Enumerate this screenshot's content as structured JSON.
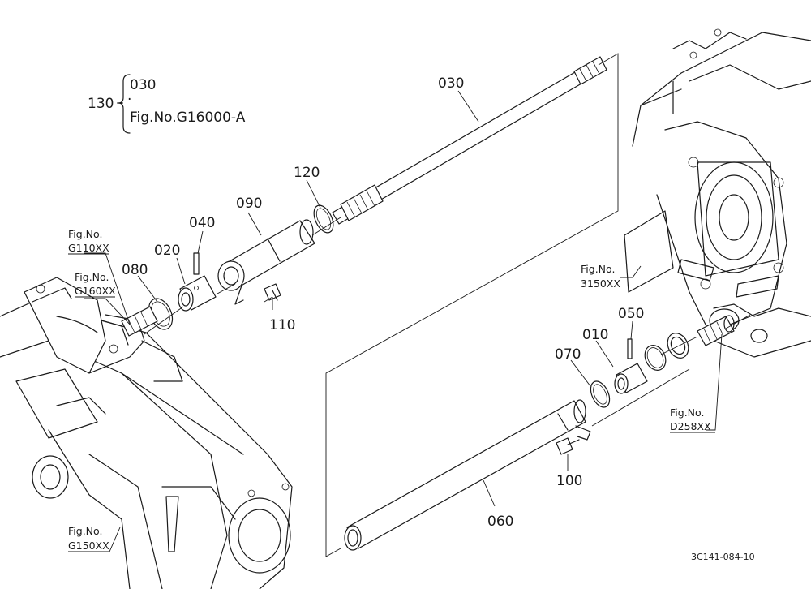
{
  "assembly": {
    "number": "130",
    "contents_part": "030",
    "contents_separator": "·",
    "contents_fig": "Fig.No.G16000-A"
  },
  "parts": {
    "p010": "010",
    "p020": "020",
    "p030": "030",
    "p040": "040",
    "p050": "050",
    "p060": "060",
    "p070": "070",
    "p080": "080",
    "p090": "090",
    "p100": "100",
    "p110": "110",
    "p120": "120"
  },
  "figure_refs": {
    "g110": {
      "line1": "Fig.No.",
      "line2": "G110XX"
    },
    "g160": {
      "line1": "Fig.No.",
      "line2": "G160XX"
    },
    "g150": {
      "line1": "Fig.No.",
      "line2": "G150XX"
    },
    "f3150": {
      "line1": "Fig.No.",
      "line2": "3150XX"
    },
    "d258": {
      "line1": "Fig.No.",
      "line2": "D258XX"
    }
  },
  "drawing_code": "3C141-084-10"
}
